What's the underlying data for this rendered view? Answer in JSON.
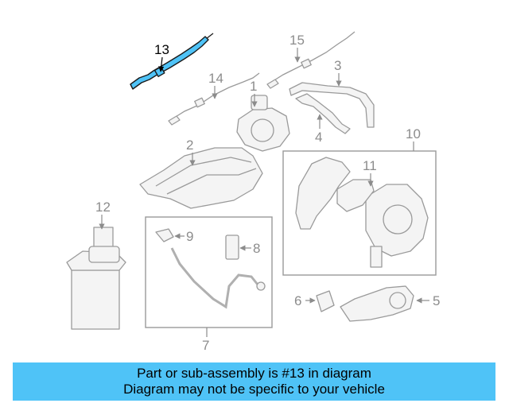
{
  "highlight_color": "#4fc3f7",
  "callouts": {
    "c1": "1",
    "c2": "2",
    "c3": "3",
    "c4": "4",
    "c5": "5",
    "c6": "6",
    "c7": "7",
    "c8": "8",
    "c9": "9",
    "c10": "10",
    "c11": "11",
    "c12": "12",
    "c13": "13",
    "c14": "14",
    "c15": "15"
  },
  "banner": {
    "line1": "Part or sub-assembly is #13 in diagram",
    "line2": "Diagram may not be specific to your vehicle"
  }
}
